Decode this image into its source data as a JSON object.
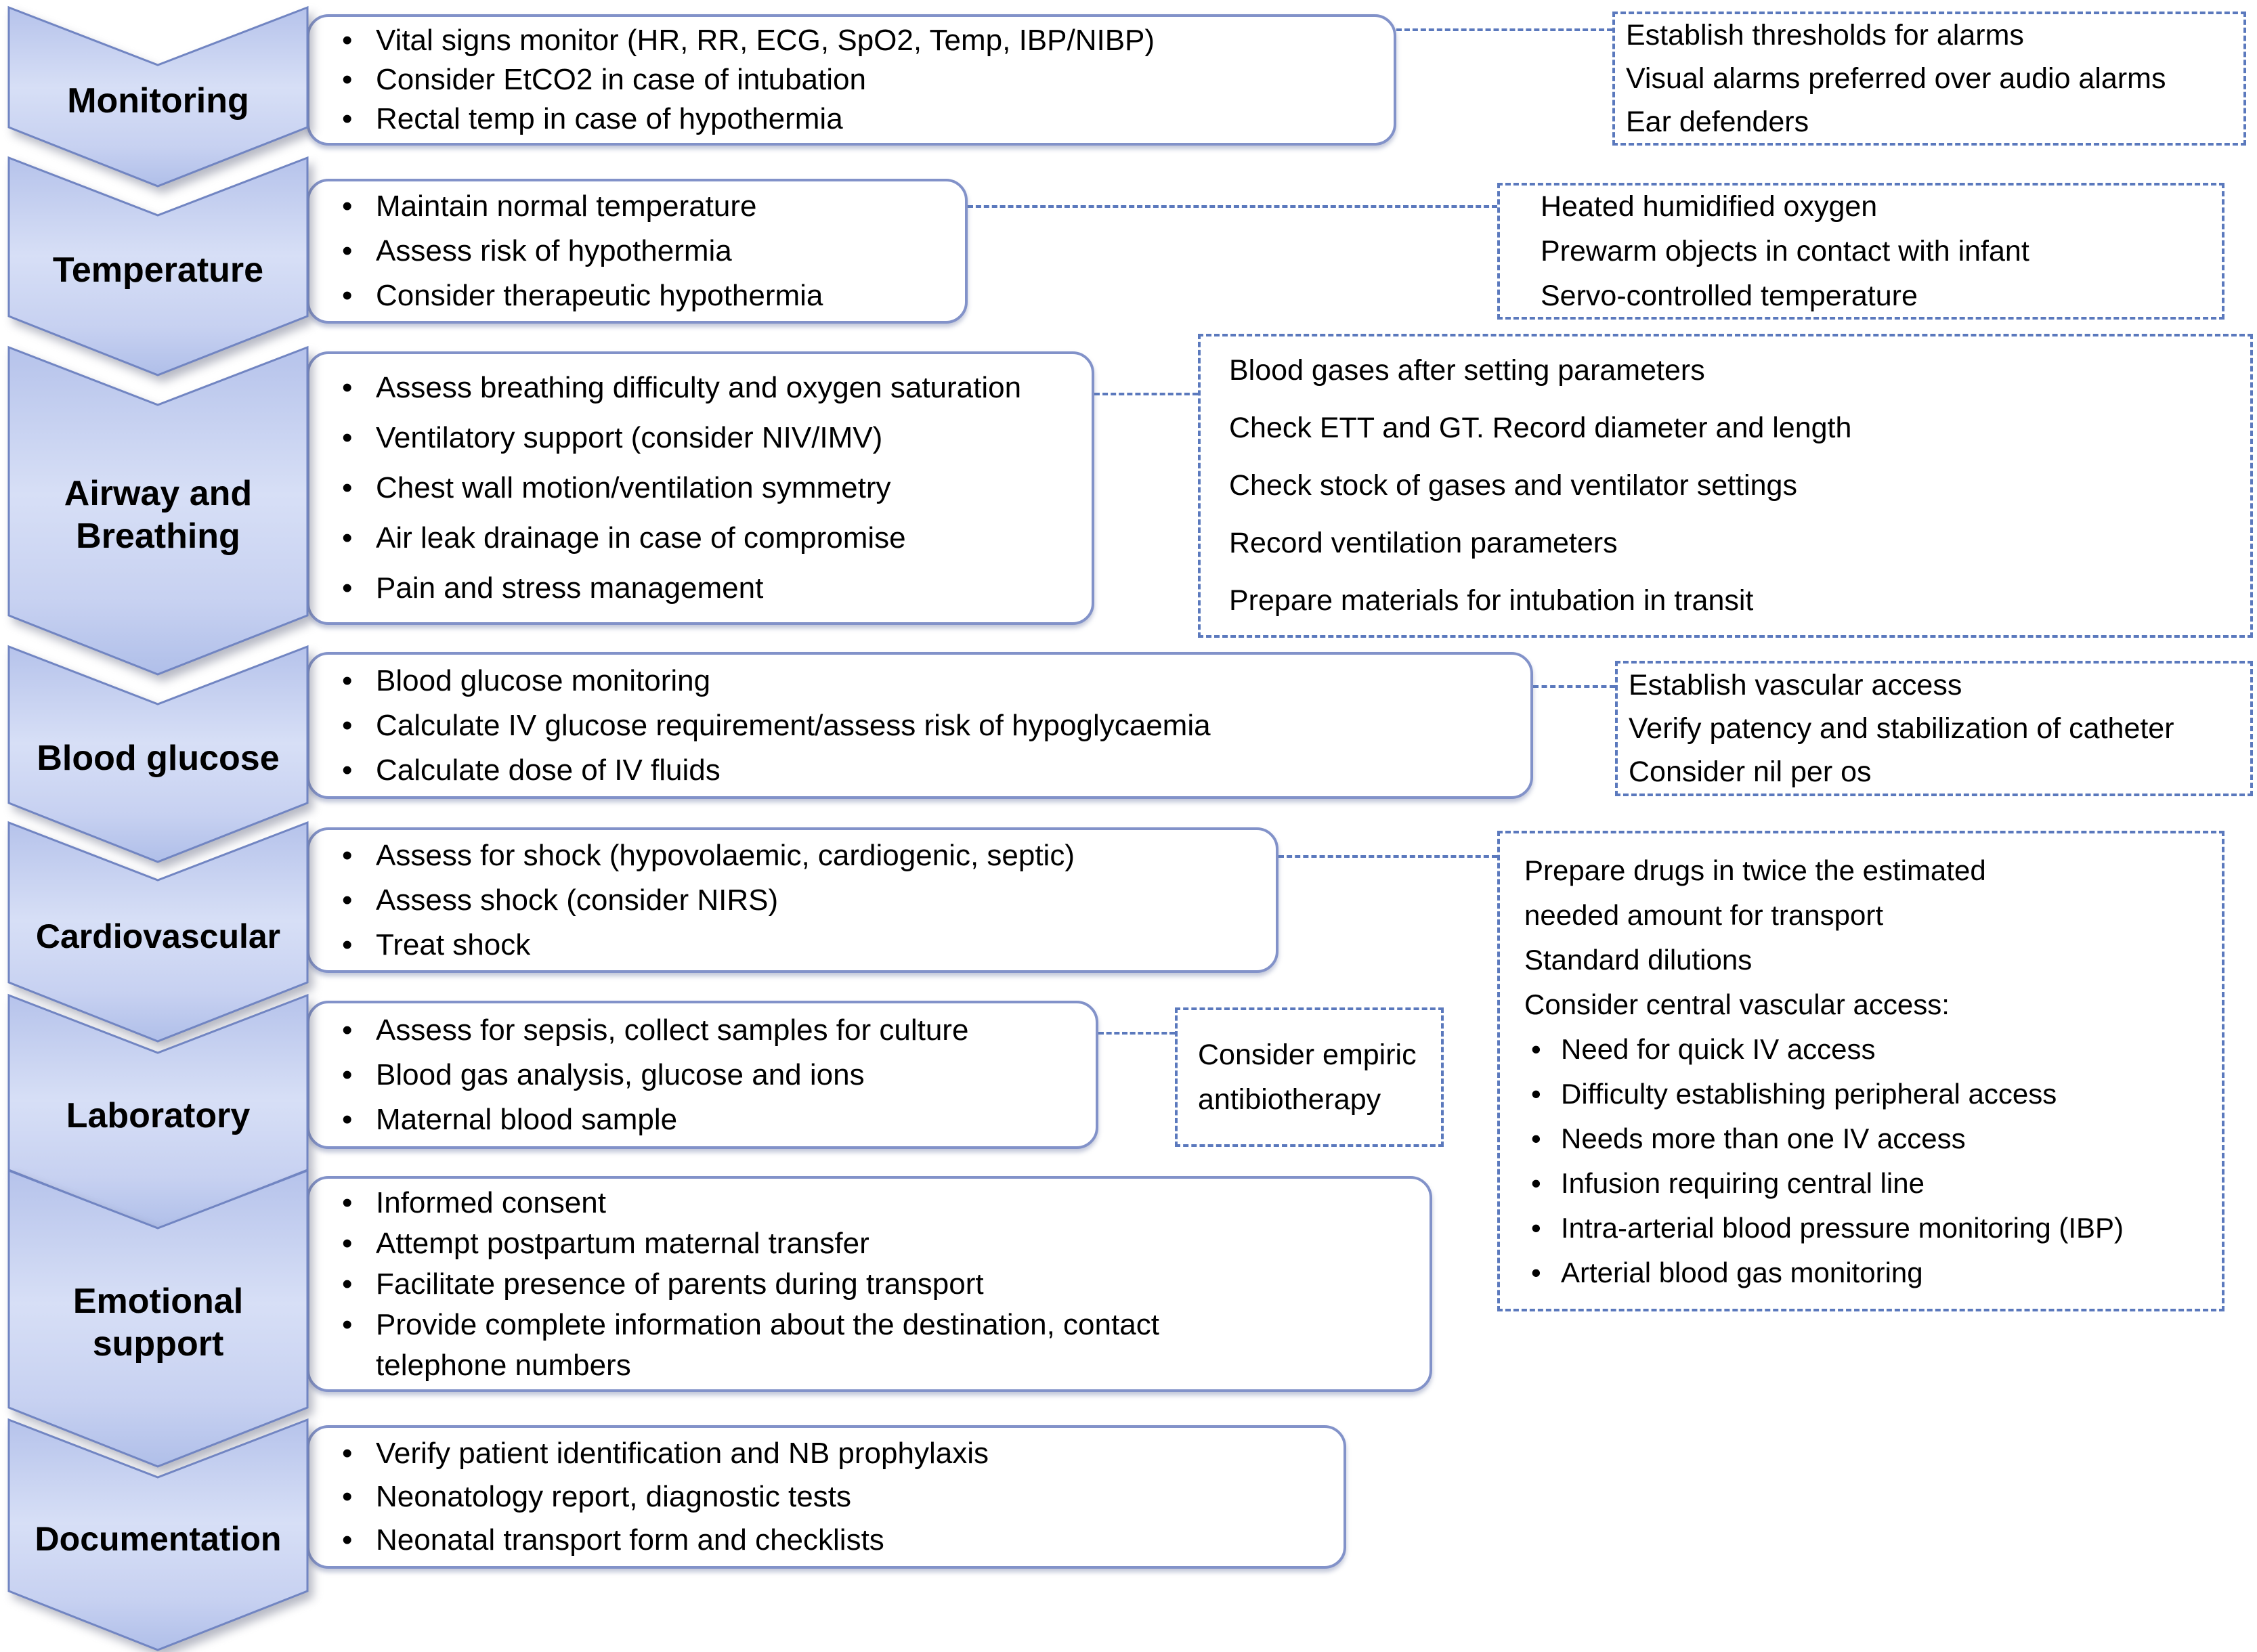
{
  "title": "Neonatal transport preparation flowchart",
  "colors": {
    "chevron_fill_top": "#b6c3eb",
    "chevron_fill_mid": "#d7dff6",
    "chevron_fill_bottom": "#b0bfe9",
    "chevron_border": "#7185c2",
    "box_border": "#8292c9",
    "dashed_line": "#5b79bd",
    "text": "#000000"
  },
  "rows": [
    {
      "label": "Monitoring",
      "bullets": [
        "Vital signs monitor (HR, RR, ECG, SpO2, Temp, IBP/NIBP)",
        "Consider EtCO2 in case of intubation",
        "Rectal temp in case of hypothermia"
      ]
    },
    {
      "label": "Temperature",
      "bullets": [
        "Maintain normal temperature",
        "Assess risk of hypothermia",
        "Consider therapeutic hypothermia"
      ]
    },
    {
      "label": "Airway and\nBreathing",
      "bullets": [
        "Assess breathing difficulty and oxygen saturation",
        "Ventilatory support (consider NIV/IMV)",
        "Chest wall motion/ventilation symmetry",
        "Air leak drainage in case of compromise",
        "Pain and stress management"
      ]
    },
    {
      "label": "Blood glucose",
      "bullets": [
        "Blood glucose monitoring",
        "Calculate IV glucose requirement/assess risk of hypoglycaemia",
        "Calculate dose of IV fluids"
      ]
    },
    {
      "label": "Cardiovascular",
      "bullets": [
        "Assess for shock (hypovolaemic, cardiogenic, septic)",
        "Assess shock (consider NIRS)",
        "Treat shock"
      ]
    },
    {
      "label": "Laboratory",
      "bullets": [
        "Assess for sepsis, collect samples for culture",
        "Blood gas analysis, glucose and ions",
        "Maternal blood sample"
      ]
    },
    {
      "label": "Emotional\nsupport",
      "bullets": [
        "Informed consent",
        "Attempt postpartum maternal transfer",
        "Facilitate presence of parents during transport",
        "Provide complete information about the destination, contact\ntelephone numbers"
      ]
    },
    {
      "label": "Documentation",
      "bullets": [
        "Verify patient identification and NB prophylaxis",
        "Neonatology report, diagnostic tests",
        "Neonatal transport form and checklists"
      ]
    }
  ],
  "notes": [
    {
      "lines": [
        "Establish thresholds for alarms",
        "Visual alarms preferred over audio alarms",
        "Ear defenders"
      ]
    },
    {
      "lines": [
        "Heated humidified oxygen",
        "Prewarm objects in contact with infant",
        "Servo-controlled temperature"
      ]
    },
    {
      "lines": [
        "Blood gases after setting parameters",
        "Check ETT and GT. Record diameter and length",
        "Check stock of gases and ventilator settings",
        "Record ventilation parameters",
        "Prepare materials for intubation in transit"
      ]
    },
    {
      "lines": [
        "Establish vascular access",
        "Verify patency and stabilization of catheter",
        "Consider nil per os"
      ]
    },
    {
      "intro": [
        "Prepare drugs in twice the estimated\nneeded amount for transport",
        "Standard dilutions",
        "Consider central vascular access:"
      ],
      "items": [
        "Need for quick IV access",
        "Difficulty establishing peripheral access",
        "Needs more than one IV access",
        "Infusion requiring central line",
        "Intra-arterial blood pressure monitoring (IBP)",
        "Arterial blood gas monitoring"
      ]
    },
    {
      "lines": [
        "Consider empiric antibiotherapy"
      ]
    }
  ]
}
